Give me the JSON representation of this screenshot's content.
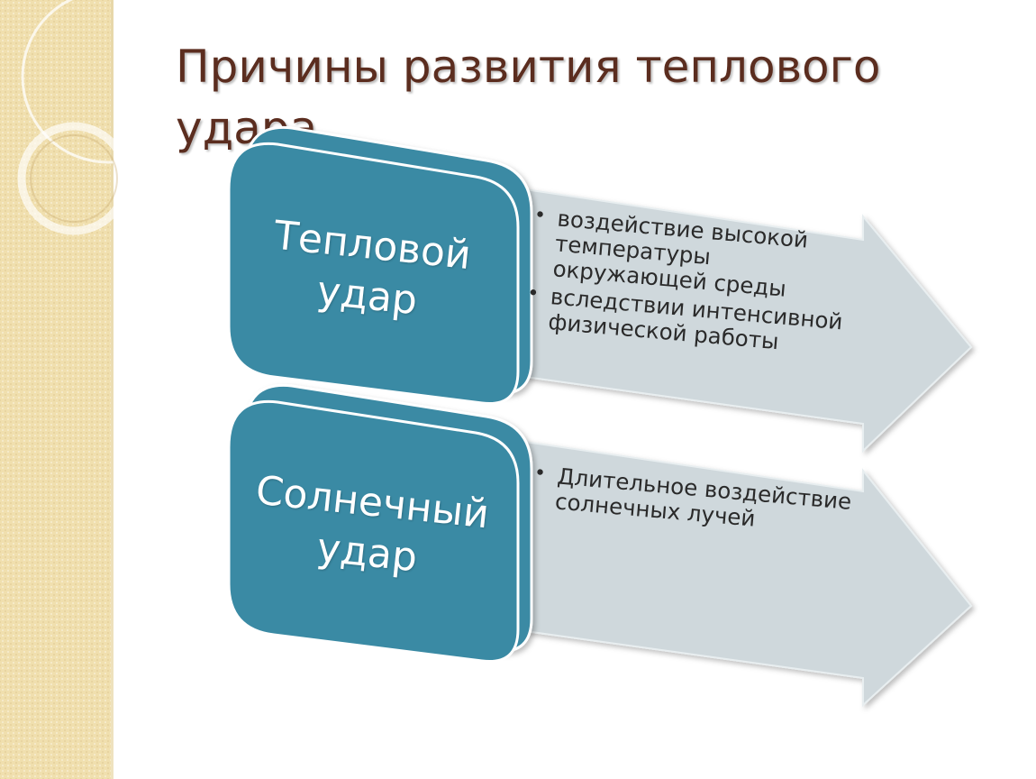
{
  "title": "Причины развития теплового удара",
  "colors": {
    "accent_box": "#3a8aa4",
    "arrow_fill": "#cfd8dc",
    "title_color": "#5b2d1f",
    "side_strip": "#f0dfae"
  },
  "rows": [
    {
      "label": "Тепловой удар",
      "label_lines": [
        "Тепловой",
        "удар"
      ],
      "bullets": [
        "воздействие высокой температуры окружающей среды",
        "вследствии интенсивной физической работы"
      ]
    },
    {
      "label": "Солнечный удар",
      "label_lines": [
        "Солнечный",
        "удар"
      ],
      "bullets": [
        "Длительное воздействие солнечных лучей"
      ]
    }
  ]
}
